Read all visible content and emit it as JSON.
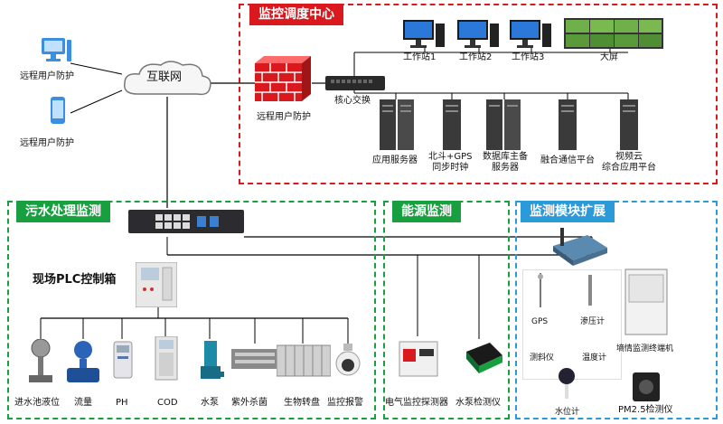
{
  "zones": {
    "center": {
      "title": "监控调度中心",
      "color": "#d9191e"
    },
    "sewage": {
      "title": "污水处理监测",
      "color": "#18a040"
    },
    "energy": {
      "title": "能源监测",
      "color": "#18a040"
    },
    "expand": {
      "title": "监测模块扩展",
      "color": "#2a9ad8"
    }
  },
  "remote": {
    "pc_label": "远程用户防护",
    "phone_label": "远程用户防护"
  },
  "cloud_label": "互联网",
  "center": {
    "firewall_label": "远程用户防护",
    "switch_label": "核心交换",
    "workstations": [
      "工作站1",
      "工作站2",
      "工作站3"
    ],
    "bigscreen_label": "大屏",
    "servers": [
      "应用服务器",
      "北斗+GPS\n同步时钟",
      "数据库主备\n服务器",
      "融合通信平台",
      "视频云\n综合应用平台"
    ]
  },
  "sewage": {
    "plc_label": "现场PLC控制箱",
    "devices": [
      "进水池液位",
      "流量",
      "PH",
      "COD",
      "水泵",
      "紫外杀菌",
      "生物转盘",
      "监控报警"
    ]
  },
  "energy": {
    "devices": [
      "电气监控探测器",
      "水泵检测仪"
    ]
  },
  "expand": {
    "items": [
      "GPS",
      "渗压计",
      "测斜仪",
      "温度计",
      "墒情监测终端机",
      "水位计",
      "PM2.5检测仪"
    ]
  }
}
